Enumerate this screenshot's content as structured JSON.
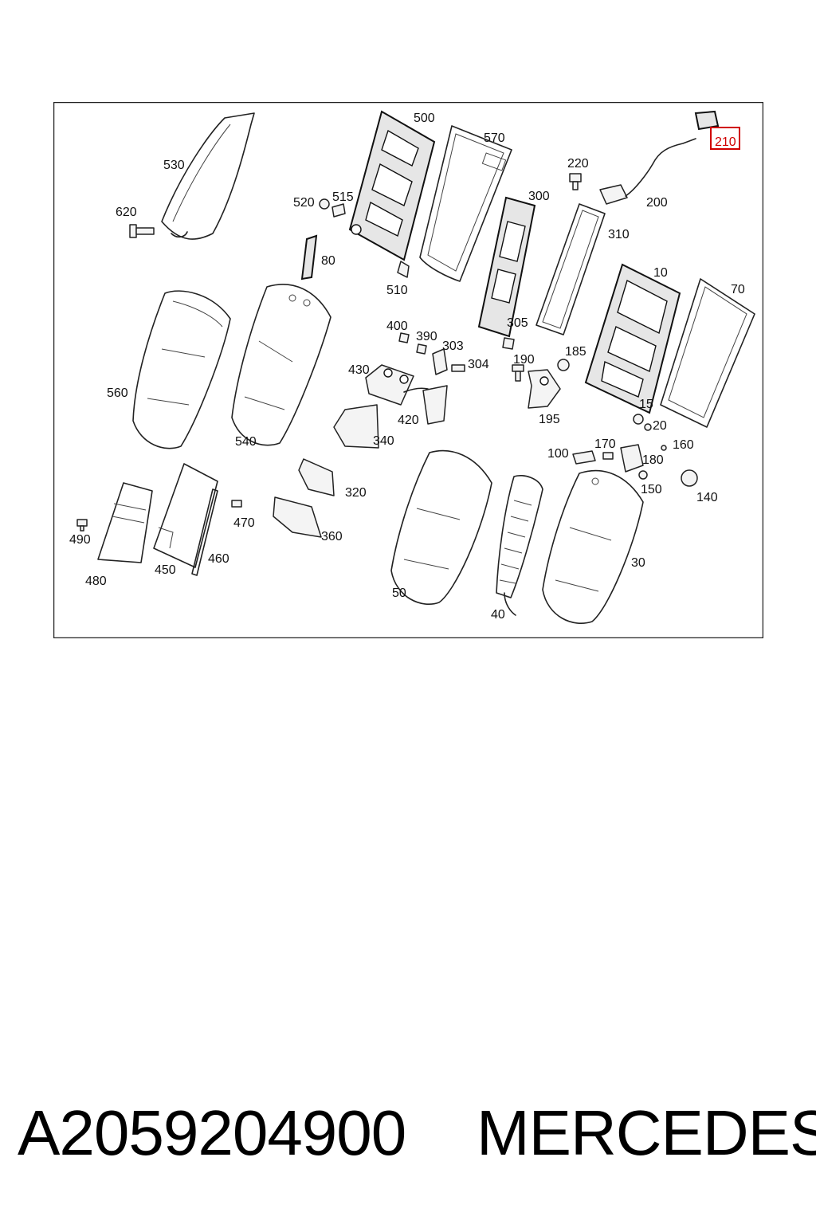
{
  "diagram": {
    "highlighted_callout": "210",
    "accent_color": "#d00000",
    "callouts": [
      "500",
      "570",
      "210",
      "220",
      "200",
      "530",
      "520",
      "515",
      "300",
      "620",
      "310",
      "80",
      "510",
      "10",
      "70",
      "400",
      "390",
      "303",
      "304",
      "305",
      "190",
      "185",
      "430",
      "560",
      "15",
      "20",
      "420",
      "195",
      "540",
      "340",
      "100",
      "170",
      "160",
      "180",
      "150",
      "140",
      "320",
      "470",
      "490",
      "360",
      "460",
      "480",
      "450",
      "30",
      "50",
      "40"
    ]
  },
  "footer": {
    "part_number": "A2059204900",
    "brand": "MERCEDES"
  }
}
